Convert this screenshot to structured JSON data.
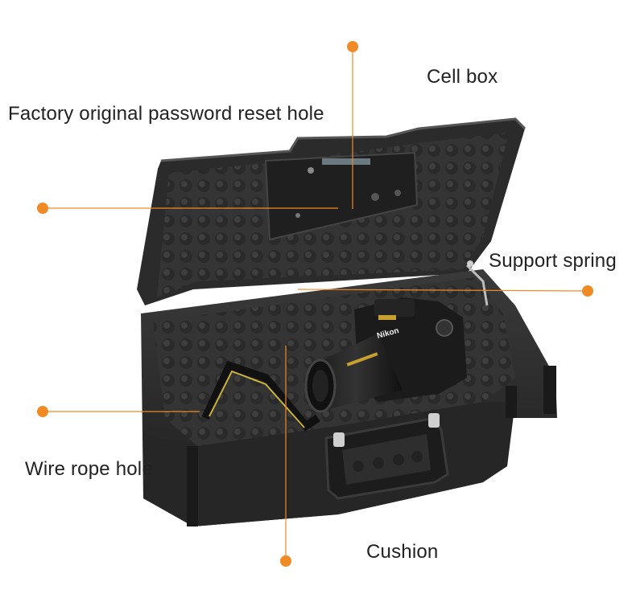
{
  "labels": {
    "cell_box": "Cell box",
    "password_reset": "Factory original password reset hole",
    "support_spring": "Support spring",
    "wire_rope": "Wire rope hole",
    "cushion": "Cushion"
  },
  "camera_brand": "Nikon",
  "colors": {
    "callout": "#f08a24",
    "case": "#2a2a2a",
    "foam": "#3a3a3a",
    "text": "#222222"
  }
}
